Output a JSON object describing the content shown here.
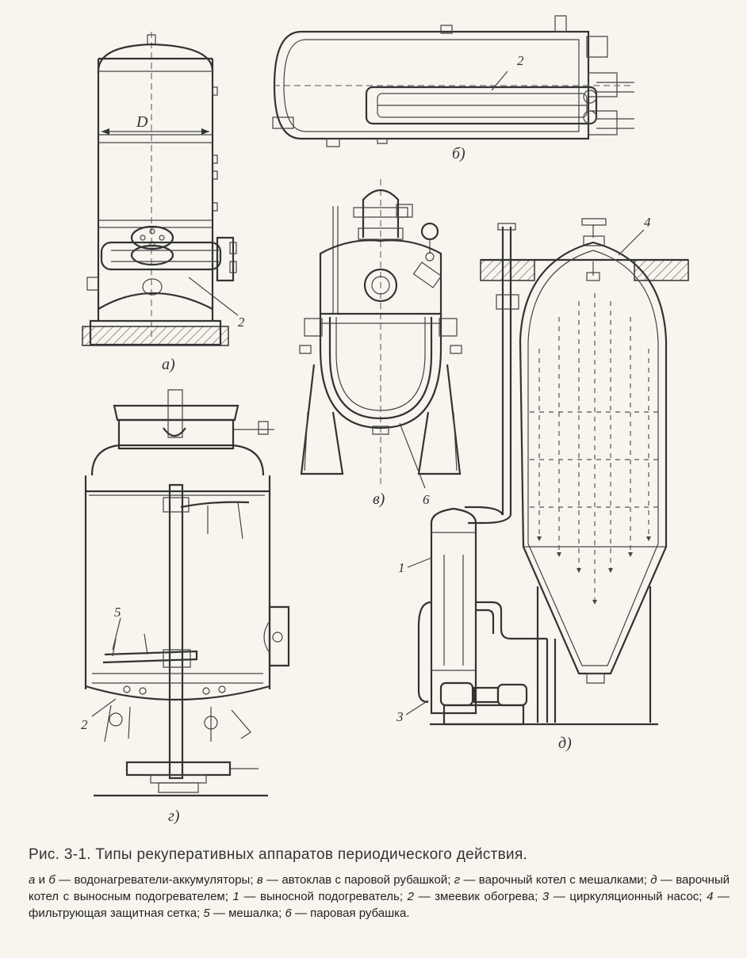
{
  "figure": {
    "labels": {
      "a": "а)",
      "b": "б)",
      "v": "в)",
      "g": "г)",
      "d": "д)",
      "D": "D"
    },
    "callouts": {
      "a_2": "2",
      "b_2": "2",
      "v_6": "6",
      "g_5": "5",
      "g_2": "2",
      "d_4": "4",
      "d_1": "1",
      "d_3": "3"
    }
  },
  "caption": {
    "title": "Рис. 3-1. Типы рекуперативных аппаратов периодического действия.",
    "parts": [
      {
        "i": "а",
        "t": " и "
      },
      {
        "i": "б",
        "t": " — водонагреватели-аккумуляторы; "
      },
      {
        "i": "в",
        "t": " — автоклав с паровой рубашкой; "
      },
      {
        "i": "г",
        "t": " — варочный котел с мешалками; "
      },
      {
        "i": "д",
        "t": " — варочный котел с выносным подогревателем; "
      },
      {
        "i": "1",
        "t": " — выносной подогреватель; "
      },
      {
        "i": "2",
        "t": " — змеевик обогрева; "
      },
      {
        "i": "3",
        "t": " — циркуляционный насос; "
      },
      {
        "i": "4",
        "t": " — фильтрующая защитная сетка; "
      },
      {
        "i": "5",
        "t": " — мешалка; "
      },
      {
        "i": "6",
        "t": " — паровая рубашка."
      }
    ]
  }
}
